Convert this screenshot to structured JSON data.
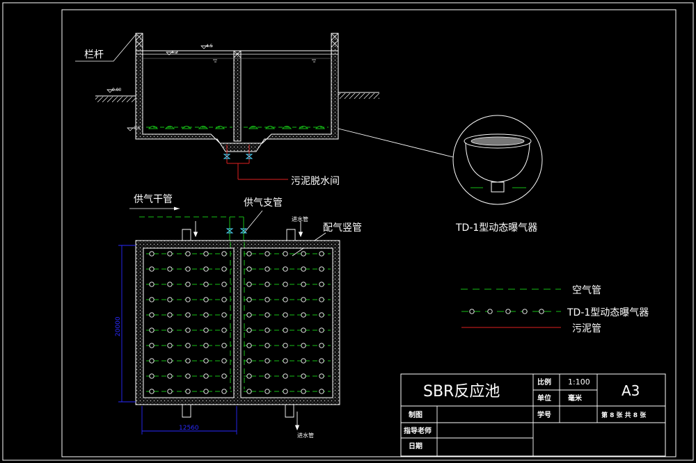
{
  "colors": {
    "background": "#000000",
    "frame": "#ffffff",
    "wall_fill": "#111111",
    "wall_dots": "#cfcfcf",
    "air_pipe": "#16c016",
    "sludge_pipe": "#e02020",
    "dimension": "#2a2aff",
    "valve": "#4fd8ff"
  },
  "section_view": {
    "railing_label": "栏杆",
    "elev_water": "4.5",
    "elev_water_small": "4.2",
    "elev_ground": "0.00",
    "elev_bottom": "-0.5",
    "sludge_room_label": "污泥脱水间"
  },
  "plan_view": {
    "main_air_label": "供气干管",
    "branch_air_label": "供气支管",
    "riser_label": "配气竖管",
    "inlet_top_label": "进水管",
    "inlet_bottom_label": "进水管",
    "dim_vertical": "20000",
    "dim_horizontal": "12560"
  },
  "detail": {
    "caption": "TD-1型动态曝气器"
  },
  "legend": [
    {
      "label": "空气管",
      "style": "dashed-green"
    },
    {
      "label": "TD-1型动态曝气器",
      "style": "diffuser-green"
    },
    {
      "label": "污泥管",
      "style": "solid-red"
    }
  ],
  "title_block": {
    "title": "SBR反应池",
    "scale_label": "比例",
    "scale_value": "1:100",
    "unit_label": "单位",
    "unit_value": "毫米",
    "sheet_size": "A3",
    "drawn_label": "制图",
    "student_id_label": "学号",
    "advisor_label": "指导老师",
    "date_label": "日期",
    "sheet_info": "第 8 张  共 8 张"
  }
}
